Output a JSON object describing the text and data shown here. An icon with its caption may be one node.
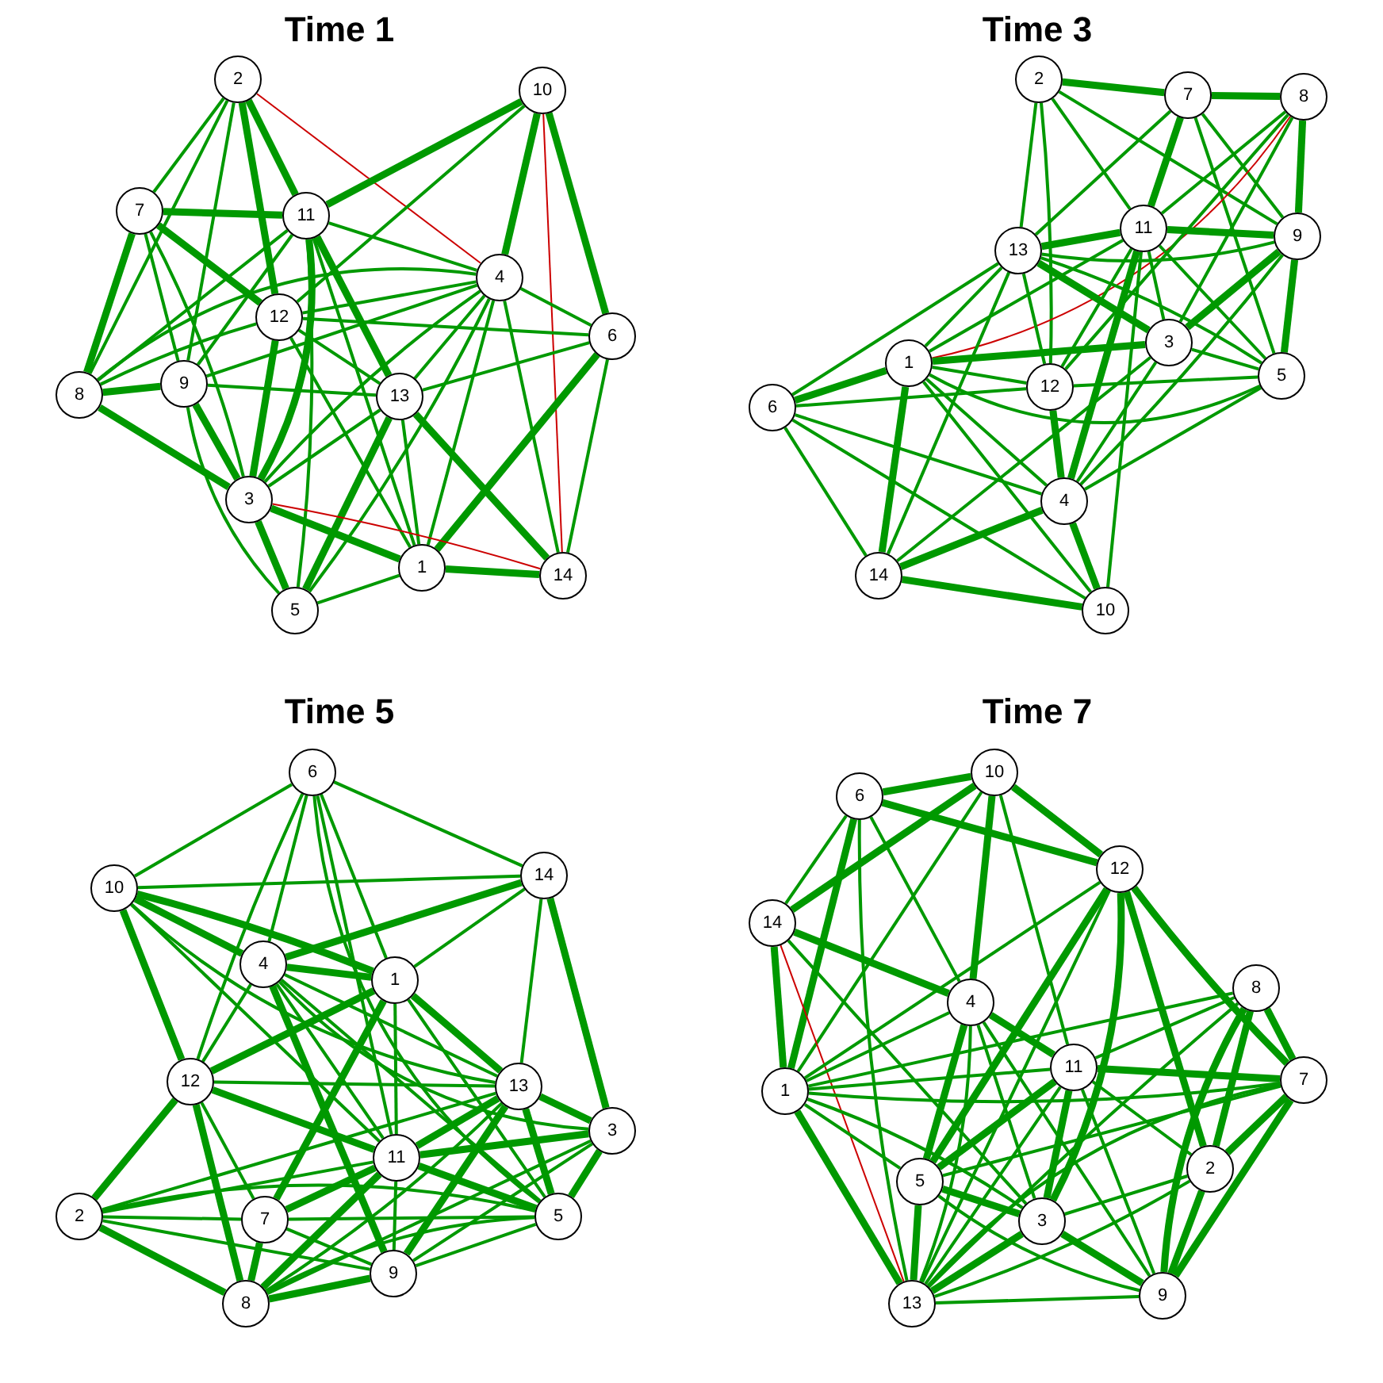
{
  "diagram": {
    "labels": [
      "Time 1",
      "Time 3",
      "Time 5",
      "Time 7"
    ],
    "nodes": [
      {
        "text": [
          "2"
        ]
      },
      {
        "text": [
          "10"
        ]
      },
      {
        "text": [
          "7"
        ]
      },
      {
        "text": [
          "11"
        ]
      },
      {
        "text": [
          "4"
        ]
      },
      {
        "text": [
          "12"
        ]
      },
      {
        "text": [
          "6"
        ]
      },
      {
        "text": [
          "9"
        ]
      },
      {
        "text": [
          "8"
        ]
      },
      {
        "text": [
          "13"
        ]
      },
      {
        "text": [
          "3"
        ]
      },
      {
        "text": [
          "1"
        ]
      },
      {
        "text": [
          "14"
        ]
      },
      {
        "text": [
          "5"
        ]
      },
      {
        "text": [
          "2"
        ]
      },
      {
        "text": [
          "7"
        ]
      },
      {
        "text": [
          "8"
        ]
      },
      {
        "text": [
          "11"
        ]
      },
      {
        "text": [
          "9"
        ]
      },
      {
        "text": [
          "13"
        ]
      },
      {
        "text": [
          "3"
        ]
      },
      {
        "text": [
          "1"
        ]
      },
      {
        "text": [
          "5"
        ]
      },
      {
        "text": [
          "12"
        ]
      },
      {
        "text": [
          "6"
        ]
      },
      {
        "text": [
          "4"
        ]
      },
      {
        "text": [
          "14"
        ]
      },
      {
        "text": [
          "10"
        ]
      },
      {
        "text": [
          "6"
        ]
      },
      {
        "text": [
          "14"
        ]
      },
      {
        "text": [
          "10"
        ]
      },
      {
        "text": [
          "4"
        ]
      },
      {
        "text": [
          "1"
        ]
      },
      {
        "text": [
          "12"
        ]
      },
      {
        "text": [
          "13"
        ]
      },
      {
        "text": [
          "3"
        ]
      },
      {
        "text": [
          "11"
        ]
      },
      {
        "text": [
          "2"
        ]
      },
      {
        "text": [
          "5"
        ]
      },
      {
        "text": [
          "7"
        ]
      },
      {
        "text": [
          "9"
        ]
      },
      {
        "text": [
          "8"
        ]
      },
      {
        "text": [
          "10"
        ]
      },
      {
        "text": [
          "6"
        ]
      },
      {
        "text": [
          "12"
        ]
      },
      {
        "text": [
          "14"
        ]
      },
      {
        "text": [
          "8"
        ]
      },
      {
        "text": [
          "4"
        ]
      },
      {
        "text": [
          "11"
        ]
      },
      {
        "text": [
          "7"
        ]
      },
      {
        "text": [
          "1"
        ]
      },
      {
        "text": [
          "2"
        ]
      },
      {
        "text": [
          "5"
        ]
      },
      {
        "text": [
          "3"
        ]
      },
      {
        "text": [
          "9"
        ]
      },
      {
        "text": [
          "13"
        ]
      }
    ],
    "edges": [
      {
        "from": 0,
        "to": 2,
        "arrow": "none"
      },
      {
        "from": 0,
        "to": 8,
        "arrow": "none"
      },
      {
        "from": 0,
        "to": 7,
        "arrow": "none"
      },
      {
        "from": 0,
        "to": 5,
        "arrow": "none",
        "style": "thick"
      },
      {
        "from": 0,
        "to": 3,
        "arrow": "none",
        "style": "thick"
      },
      {
        "from": 0,
        "to": 4,
        "arrow": "none",
        "color": "#cc0000"
      },
      {
        "from": 1,
        "to": 3,
        "arrow": "none",
        "style": "thick"
      },
      {
        "from": 1,
        "to": 5,
        "arrow": "none"
      },
      {
        "from": 1,
        "to": 4,
        "arrow": "none",
        "style": "thick"
      },
      {
        "from": 1,
        "to": 6,
        "arrow": "none",
        "style": "thick"
      },
      {
        "from": 1,
        "to": 12,
        "arrow": "none",
        "color": "#cc0000"
      },
      {
        "from": 2,
        "to": 3,
        "arrow": "none",
        "style": "thick"
      },
      {
        "from": 2,
        "to": 8,
        "arrow": "none",
        "style": "thick"
      },
      {
        "from": 2,
        "to": 7,
        "arrow": "none"
      },
      {
        "from": 2,
        "to": 5,
        "arrow": "none",
        "style": "thick"
      },
      {
        "from": 2,
        "to": 10,
        "arrow": "none"
      },
      {
        "from": 3,
        "to": 8,
        "arrow": "none"
      },
      {
        "from": 3,
        "to": 7,
        "arrow": "none"
      },
      {
        "from": 3,
        "to": 10,
        "arrow": "none",
        "style": "thick"
      },
      {
        "from": 3,
        "to": 13,
        "arrow": "none"
      },
      {
        "from": 3,
        "to": 9,
        "arrow": "none",
        "style": "thick"
      },
      {
        "from": 3,
        "to": 4,
        "arrow": "none"
      },
      {
        "from": 3,
        "to": 11,
        "arrow": "none"
      },
      {
        "from": 4,
        "to": 5,
        "arrow": "none"
      },
      {
        "from": 4,
        "to": 7,
        "arrow": "none"
      },
      {
        "from": 4,
        "to": 8,
        "arrow": "none"
      },
      {
        "from": 4,
        "to": 6,
        "arrow": "none"
      },
      {
        "from": 4,
        "to": 9,
        "arrow": "none"
      },
      {
        "from": 4,
        "to": 10,
        "arrow": "none"
      },
      {
        "from": 4,
        "to": 13,
        "arrow": "none"
      },
      {
        "from": 4,
        "to": 11,
        "arrow": "none"
      },
      {
        "from": 4,
        "to": 12,
        "arrow": "none"
      },
      {
        "from": 5,
        "to": 6,
        "arrow": "none"
      },
      {
        "from": 5,
        "to": 8,
        "arrow": "none"
      },
      {
        "from": 5,
        "to": 10,
        "arrow": "none",
        "style": "thick"
      },
      {
        "from": 5,
        "to": 9,
        "arrow": "none"
      },
      {
        "from": 5,
        "to": 11,
        "arrow": "none"
      },
      {
        "from": 6,
        "to": 9,
        "arrow": "none"
      },
      {
        "from": 6,
        "to": 11,
        "arrow": "none",
        "style": "thick"
      },
      {
        "from": 6,
        "to": 12,
        "arrow": "none"
      },
      {
        "from": 7,
        "to": 9,
        "arrow": "none"
      },
      {
        "from": 8,
        "to": 7,
        "arrow": "none",
        "style": "thick"
      },
      {
        "from": 8,
        "to": 10,
        "arrow": "none",
        "style": "thick"
      },
      {
        "from": 7,
        "to": 10,
        "arrow": "none",
        "style": "thick"
      },
      {
        "from": 7,
        "to": 13,
        "arrow": "none"
      },
      {
        "from": 9,
        "to": 10,
        "arrow": "none"
      },
      {
        "from": 9,
        "to": 13,
        "arrow": "none",
        "style": "thick"
      },
      {
        "from": 9,
        "to": 11,
        "arrow": "none"
      },
      {
        "from": 9,
        "to": 12,
        "arrow": "none",
        "style": "thick"
      },
      {
        "from": 10,
        "to": 11,
        "arrow": "none",
        "style": "thick"
      },
      {
        "from": 10,
        "to": 13,
        "arrow": "none",
        "style": "thick"
      },
      {
        "from": 10,
        "to": 12,
        "arrow": "none",
        "color": "#cc0000"
      },
      {
        "from": 11,
        "to": 12,
        "arrow": "none",
        "style": "thick"
      },
      {
        "from": 11,
        "to": 13,
        "arrow": "none"
      },
      {
        "from": 14,
        "to": 15,
        "arrow": "none",
        "style": "thick"
      },
      {
        "from": 14,
        "to": 19,
        "arrow": "none"
      },
      {
        "from": 14,
        "to": 23,
        "arrow": "none"
      },
      {
        "from": 14,
        "to": 17,
        "arrow": "none"
      },
      {
        "from": 14,
        "to": 18,
        "arrow": "none"
      },
      {
        "from": 15,
        "to": 16,
        "arrow": "none",
        "style": "thick"
      },
      {
        "from": 15,
        "to": 17,
        "arrow": "none",
        "style": "thick"
      },
      {
        "from": 15,
        "to": 19,
        "arrow": "none"
      },
      {
        "from": 15,
        "to": 18,
        "arrow": "none"
      },
      {
        "from": 15,
        "to": 22,
        "arrow": "none"
      },
      {
        "from": 16,
        "to": 18,
        "arrow": "none",
        "style": "thick"
      },
      {
        "from": 16,
        "to": 21,
        "arrow": "none",
        "color": "#cc0000"
      },
      {
        "from": 16,
        "to": 17,
        "arrow": "none"
      },
      {
        "from": 16,
        "to": 20,
        "arrow": "none"
      },
      {
        "from": 16,
        "to": 23,
        "arrow": "none"
      },
      {
        "from": 17,
        "to": 19,
        "arrow": "none",
        "style": "thick"
      },
      {
        "from": 17,
        "to": 18,
        "arrow": "none",
        "style": "thick"
      },
      {
        "from": 17,
        "to": 21,
        "arrow": "none"
      },
      {
        "from": 17,
        "to": 23,
        "arrow": "none"
      },
      {
        "from": 17,
        "to": 25,
        "arrow": "none",
        "style": "thick"
      },
      {
        "from": 17,
        "to": 27,
        "arrow": "none"
      },
      {
        "from": 17,
        "to": 20,
        "arrow": "none"
      },
      {
        "from": 17,
        "to": 22,
        "arrow": "none"
      },
      {
        "from": 18,
        "to": 19,
        "arrow": "none"
      },
      {
        "from": 18,
        "to": 20,
        "arrow": "none",
        "style": "thick"
      },
      {
        "from": 18,
        "to": 22,
        "arrow": "none",
        "style": "thick"
      },
      {
        "from": 18,
        "to": 25,
        "arrow": "none"
      },
      {
        "from": 19,
        "to": 20,
        "arrow": "none",
        "style": "thick"
      },
      {
        "from": 19,
        "to": 22,
        "arrow": "none"
      },
      {
        "from": 19,
        "to": 23,
        "arrow": "none"
      },
      {
        "from": 19,
        "to": 21,
        "arrow": "none"
      },
      {
        "from": 19,
        "to": 24,
        "arrow": "none"
      },
      {
        "from": 19,
        "to": 26,
        "arrow": "none"
      },
      {
        "from": 20,
        "to": 21,
        "arrow": "none",
        "style": "thick"
      },
      {
        "from": 20,
        "to": 22,
        "arrow": "none"
      },
      {
        "from": 20,
        "to": 25,
        "arrow": "none"
      },
      {
        "from": 20,
        "to": 26,
        "arrow": "none"
      },
      {
        "from": 21,
        "to": 22,
        "arrow": "none"
      },
      {
        "from": 21,
        "to": 23,
        "arrow": "none"
      },
      {
        "from": 21,
        "to": 24,
        "arrow": "none",
        "style": "thick"
      },
      {
        "from": 21,
        "to": 26,
        "arrow": "none",
        "style": "thick"
      },
      {
        "from": 21,
        "to": 25,
        "arrow": "none"
      },
      {
        "from": 21,
        "to": 27,
        "arrow": "none"
      },
      {
        "from": 23,
        "to": 22,
        "arrow": "none"
      },
      {
        "from": 23,
        "to": 24,
        "arrow": "none"
      },
      {
        "from": 23,
        "to": 25,
        "arrow": "none",
        "style": "thick"
      },
      {
        "from": 22,
        "to": 25,
        "arrow": "none"
      },
      {
        "from": 24,
        "to": 25,
        "arrow": "none"
      },
      {
        "from": 24,
        "to": 27,
        "arrow": "none"
      },
      {
        "from": 24,
        "to": 26,
        "arrow": "none"
      },
      {
        "from": 25,
        "to": 26,
        "arrow": "none",
        "style": "thick"
      },
      {
        "from": 25,
        "to": 27,
        "arrow": "none",
        "style": "thick"
      },
      {
        "from": 26,
        "to": 27,
        "arrow": "none",
        "style": "thick"
      },
      {
        "from": 28,
        "to": 30,
        "arrow": "none"
      },
      {
        "from": 28,
        "to": 29,
        "arrow": "none"
      },
      {
        "from": 28,
        "to": 31,
        "arrow": "none"
      },
      {
        "from": 28,
        "to": 33,
        "arrow": "none"
      },
      {
        "from": 28,
        "to": 32,
        "arrow": "none"
      },
      {
        "from": 28,
        "to": 36,
        "arrow": "none"
      },
      {
        "from": 28,
        "to": 38,
        "arrow": "none"
      },
      {
        "from": 30,
        "to": 29,
        "arrow": "none"
      },
      {
        "from": 30,
        "to": 31,
        "arrow": "none",
        "style": "thick"
      },
      {
        "from": 30,
        "to": 32,
        "arrow": "none",
        "style": "thick"
      },
      {
        "from": 30,
        "to": 33,
        "arrow": "none",
        "style": "thick"
      },
      {
        "from": 30,
        "to": 36,
        "arrow": "none"
      },
      {
        "from": 30,
        "to": 34,
        "arrow": "none"
      },
      {
        "from": 29,
        "to": 31,
        "arrow": "none",
        "style": "thick"
      },
      {
        "from": 29,
        "to": 32,
        "arrow": "none"
      },
      {
        "from": 29,
        "to": 34,
        "arrow": "none"
      },
      {
        "from": 29,
        "to": 35,
        "arrow": "none",
        "style": "thick"
      },
      {
        "from": 31,
        "to": 32,
        "arrow": "none",
        "style": "thick"
      },
      {
        "from": 31,
        "to": 33,
        "arrow": "none"
      },
      {
        "from": 31,
        "to": 34,
        "arrow": "none"
      },
      {
        "from": 31,
        "to": 40,
        "arrow": "none",
        "style": "thick"
      },
      {
        "from": 31,
        "to": 36,
        "arrow": "none"
      },
      {
        "from": 31,
        "to": 38,
        "arrow": "none"
      },
      {
        "from": 31,
        "to": 35,
        "arrow": "none"
      },
      {
        "from": 32,
        "to": 33,
        "arrow": "none",
        "style": "thick"
      },
      {
        "from": 32,
        "to": 34,
        "arrow": "none",
        "style": "thick"
      },
      {
        "from": 32,
        "to": 36,
        "arrow": "none"
      },
      {
        "from": 32,
        "to": 39,
        "arrow": "none",
        "style": "thick"
      },
      {
        "from": 32,
        "to": 38,
        "arrow": "none"
      },
      {
        "from": 33,
        "to": 34,
        "arrow": "none"
      },
      {
        "from": 33,
        "to": 36,
        "arrow": "none",
        "style": "thick"
      },
      {
        "from": 33,
        "to": 37,
        "arrow": "none",
        "style": "thick"
      },
      {
        "from": 33,
        "to": 41,
        "arrow": "none",
        "style": "thick"
      },
      {
        "from": 33,
        "to": 39,
        "arrow": "none"
      },
      {
        "from": 34,
        "to": 35,
        "arrow": "none",
        "style": "thick"
      },
      {
        "from": 34,
        "to": 38,
        "arrow": "none",
        "style": "thick"
      },
      {
        "from": 34,
        "to": 36,
        "arrow": "none",
        "style": "thick"
      },
      {
        "from": 34,
        "to": 40,
        "arrow": "none",
        "style": "thick"
      },
      {
        "from": 34,
        "to": 37,
        "arrow": "none"
      },
      {
        "from": 34,
        "to": 41,
        "arrow": "none"
      },
      {
        "from": 35,
        "to": 36,
        "arrow": "none",
        "style": "thick"
      },
      {
        "from": 35,
        "to": 38,
        "arrow": "none",
        "style": "thick"
      },
      {
        "from": 35,
        "to": 40,
        "arrow": "none"
      },
      {
        "from": 35,
        "to": 41,
        "arrow": "none"
      },
      {
        "from": 36,
        "to": 39,
        "arrow": "none",
        "style": "thick"
      },
      {
        "from": 36,
        "to": 37,
        "arrow": "none"
      },
      {
        "from": 36,
        "to": 41,
        "arrow": "none",
        "style": "thick"
      },
      {
        "from": 36,
        "to": 40,
        "arrow": "none"
      },
      {
        "from": 36,
        "to": 38,
        "arrow": "none",
        "style": "thick"
      },
      {
        "from": 37,
        "to": 39,
        "arrow": "none"
      },
      {
        "from": 37,
        "to": 40,
        "arrow": "none"
      },
      {
        "from": 37,
        "to": 41,
        "arrow": "none",
        "style": "thick"
      },
      {
        "from": 37,
        "to": 38,
        "arrow": "none"
      },
      {
        "from": 39,
        "to": 41,
        "arrow": "none",
        "style": "thick"
      },
      {
        "from": 39,
        "to": 40,
        "arrow": "none"
      },
      {
        "from": 39,
        "to": 38,
        "arrow": "none"
      },
      {
        "from": 38,
        "to": 40,
        "arrow": "none"
      },
      {
        "from": 40,
        "to": 41,
        "arrow": "none",
        "style": "thick"
      },
      {
        "from": 41,
        "to": 38,
        "arrow": "none"
      },
      {
        "from": 42,
        "to": 43,
        "arrow": "none",
        "style": "thick"
      },
      {
        "from": 42,
        "to": 45,
        "arrow": "none",
        "style": "thick"
      },
      {
        "from": 42,
        "to": 50,
        "arrow": "none"
      },
      {
        "from": 42,
        "to": 47,
        "arrow": "none",
        "style": "thick"
      },
      {
        "from": 42,
        "to": 48,
        "arrow": "none"
      },
      {
        "from": 42,
        "to": 44,
        "arrow": "none",
        "style": "thick"
      },
      {
        "from": 43,
        "to": 44,
        "arrow": "none",
        "style": "thick"
      },
      {
        "from": 43,
        "to": 45,
        "arrow": "none"
      },
      {
        "from": 43,
        "to": 50,
        "arrow": "none",
        "style": "thick"
      },
      {
        "from": 43,
        "to": 55,
        "arrow": "none"
      },
      {
        "from": 43,
        "to": 47,
        "arrow": "none"
      },
      {
        "from": 45,
        "to": 50,
        "arrow": "none",
        "style": "thick"
      },
      {
        "from": 45,
        "to": 55,
        "arrow": "none",
        "color": "#cc0000"
      },
      {
        "from": 45,
        "to": 47,
        "arrow": "none",
        "style": "thick"
      },
      {
        "from": 45,
        "to": 53,
        "arrow": "none"
      },
      {
        "from": 44,
        "to": 50,
        "arrow": "none"
      },
      {
        "from": 44,
        "to": 52,
        "arrow": "none",
        "style": "thick"
      },
      {
        "from": 44,
        "to": 53,
        "arrow": "none",
        "style": "thick"
      },
      {
        "from": 44,
        "to": 55,
        "arrow": "none"
      },
      {
        "from": 44,
        "to": 51,
        "arrow": "none",
        "style": "thick"
      },
      {
        "from": 44,
        "to": 49,
        "arrow": "none",
        "style": "thick"
      },
      {
        "from": 47,
        "to": 50,
        "arrow": "none"
      },
      {
        "from": 47,
        "to": 48,
        "arrow": "none",
        "style": "thick"
      },
      {
        "from": 47,
        "to": 52,
        "arrow": "none",
        "style": "thick"
      },
      {
        "from": 47,
        "to": 53,
        "arrow": "none"
      },
      {
        "from": 47,
        "to": 54,
        "arrow": "none"
      },
      {
        "from": 47,
        "to": 55,
        "arrow": "none"
      },
      {
        "from": 50,
        "to": 46,
        "arrow": "none"
      },
      {
        "from": 50,
        "to": 48,
        "arrow": "none"
      },
      {
        "from": 50,
        "to": 49,
        "arrow": "none"
      },
      {
        "from": 50,
        "to": 52,
        "arrow": "none"
      },
      {
        "from": 50,
        "to": 53,
        "arrow": "none"
      },
      {
        "from": 50,
        "to": 55,
        "arrow": "none",
        "style": "thick"
      },
      {
        "from": 46,
        "to": 48,
        "arrow": "none"
      },
      {
        "from": 46,
        "to": 49,
        "arrow": "none",
        "style": "thick"
      },
      {
        "from": 46,
        "to": 51,
        "arrow": "none",
        "style": "thick"
      },
      {
        "from": 46,
        "to": 55,
        "arrow": "none"
      },
      {
        "from": 46,
        "to": 54,
        "arrow": "none",
        "style": "thick"
      },
      {
        "from": 48,
        "to": 49,
        "arrow": "none",
        "style": "thick"
      },
      {
        "from": 48,
        "to": 52,
        "arrow": "none",
        "style": "thick"
      },
      {
        "from": 48,
        "to": 53,
        "arrow": "none",
        "style": "thick"
      },
      {
        "from": 48,
        "to": 51,
        "arrow": "none"
      },
      {
        "from": 48,
        "to": 54,
        "arrow": "none"
      },
      {
        "from": 48,
        "to": 55,
        "arrow": "none"
      },
      {
        "from": 49,
        "to": 52,
        "arrow": "none"
      },
      {
        "from": 49,
        "to": 51,
        "arrow": "none",
        "style": "thick"
      },
      {
        "from": 49,
        "to": 54,
        "arrow": "none",
        "style": "thick"
      },
      {
        "from": 49,
        "to": 55,
        "arrow": "none"
      },
      {
        "from": 51,
        "to": 54,
        "arrow": "none",
        "style": "thick"
      },
      {
        "from": 51,
        "to": 55,
        "arrow": "none"
      },
      {
        "from": 51,
        "to": 53,
        "arrow": "none"
      },
      {
        "from": 52,
        "to": 53,
        "arrow": "none",
        "style": "thick"
      },
      {
        "from": 52,
        "to": 55,
        "arrow": "none",
        "style": "thick"
      },
      {
        "from": 52,
        "to": 54,
        "arrow": "none"
      },
      {
        "from": 53,
        "to": 55,
        "arrow": "none",
        "style": "thick"
      },
      {
        "from": 53,
        "to": 54,
        "arrow": "none",
        "style": "thick"
      },
      {
        "from": 55,
        "to": 54,
        "arrow": "none"
      }
    ]
  }
}
